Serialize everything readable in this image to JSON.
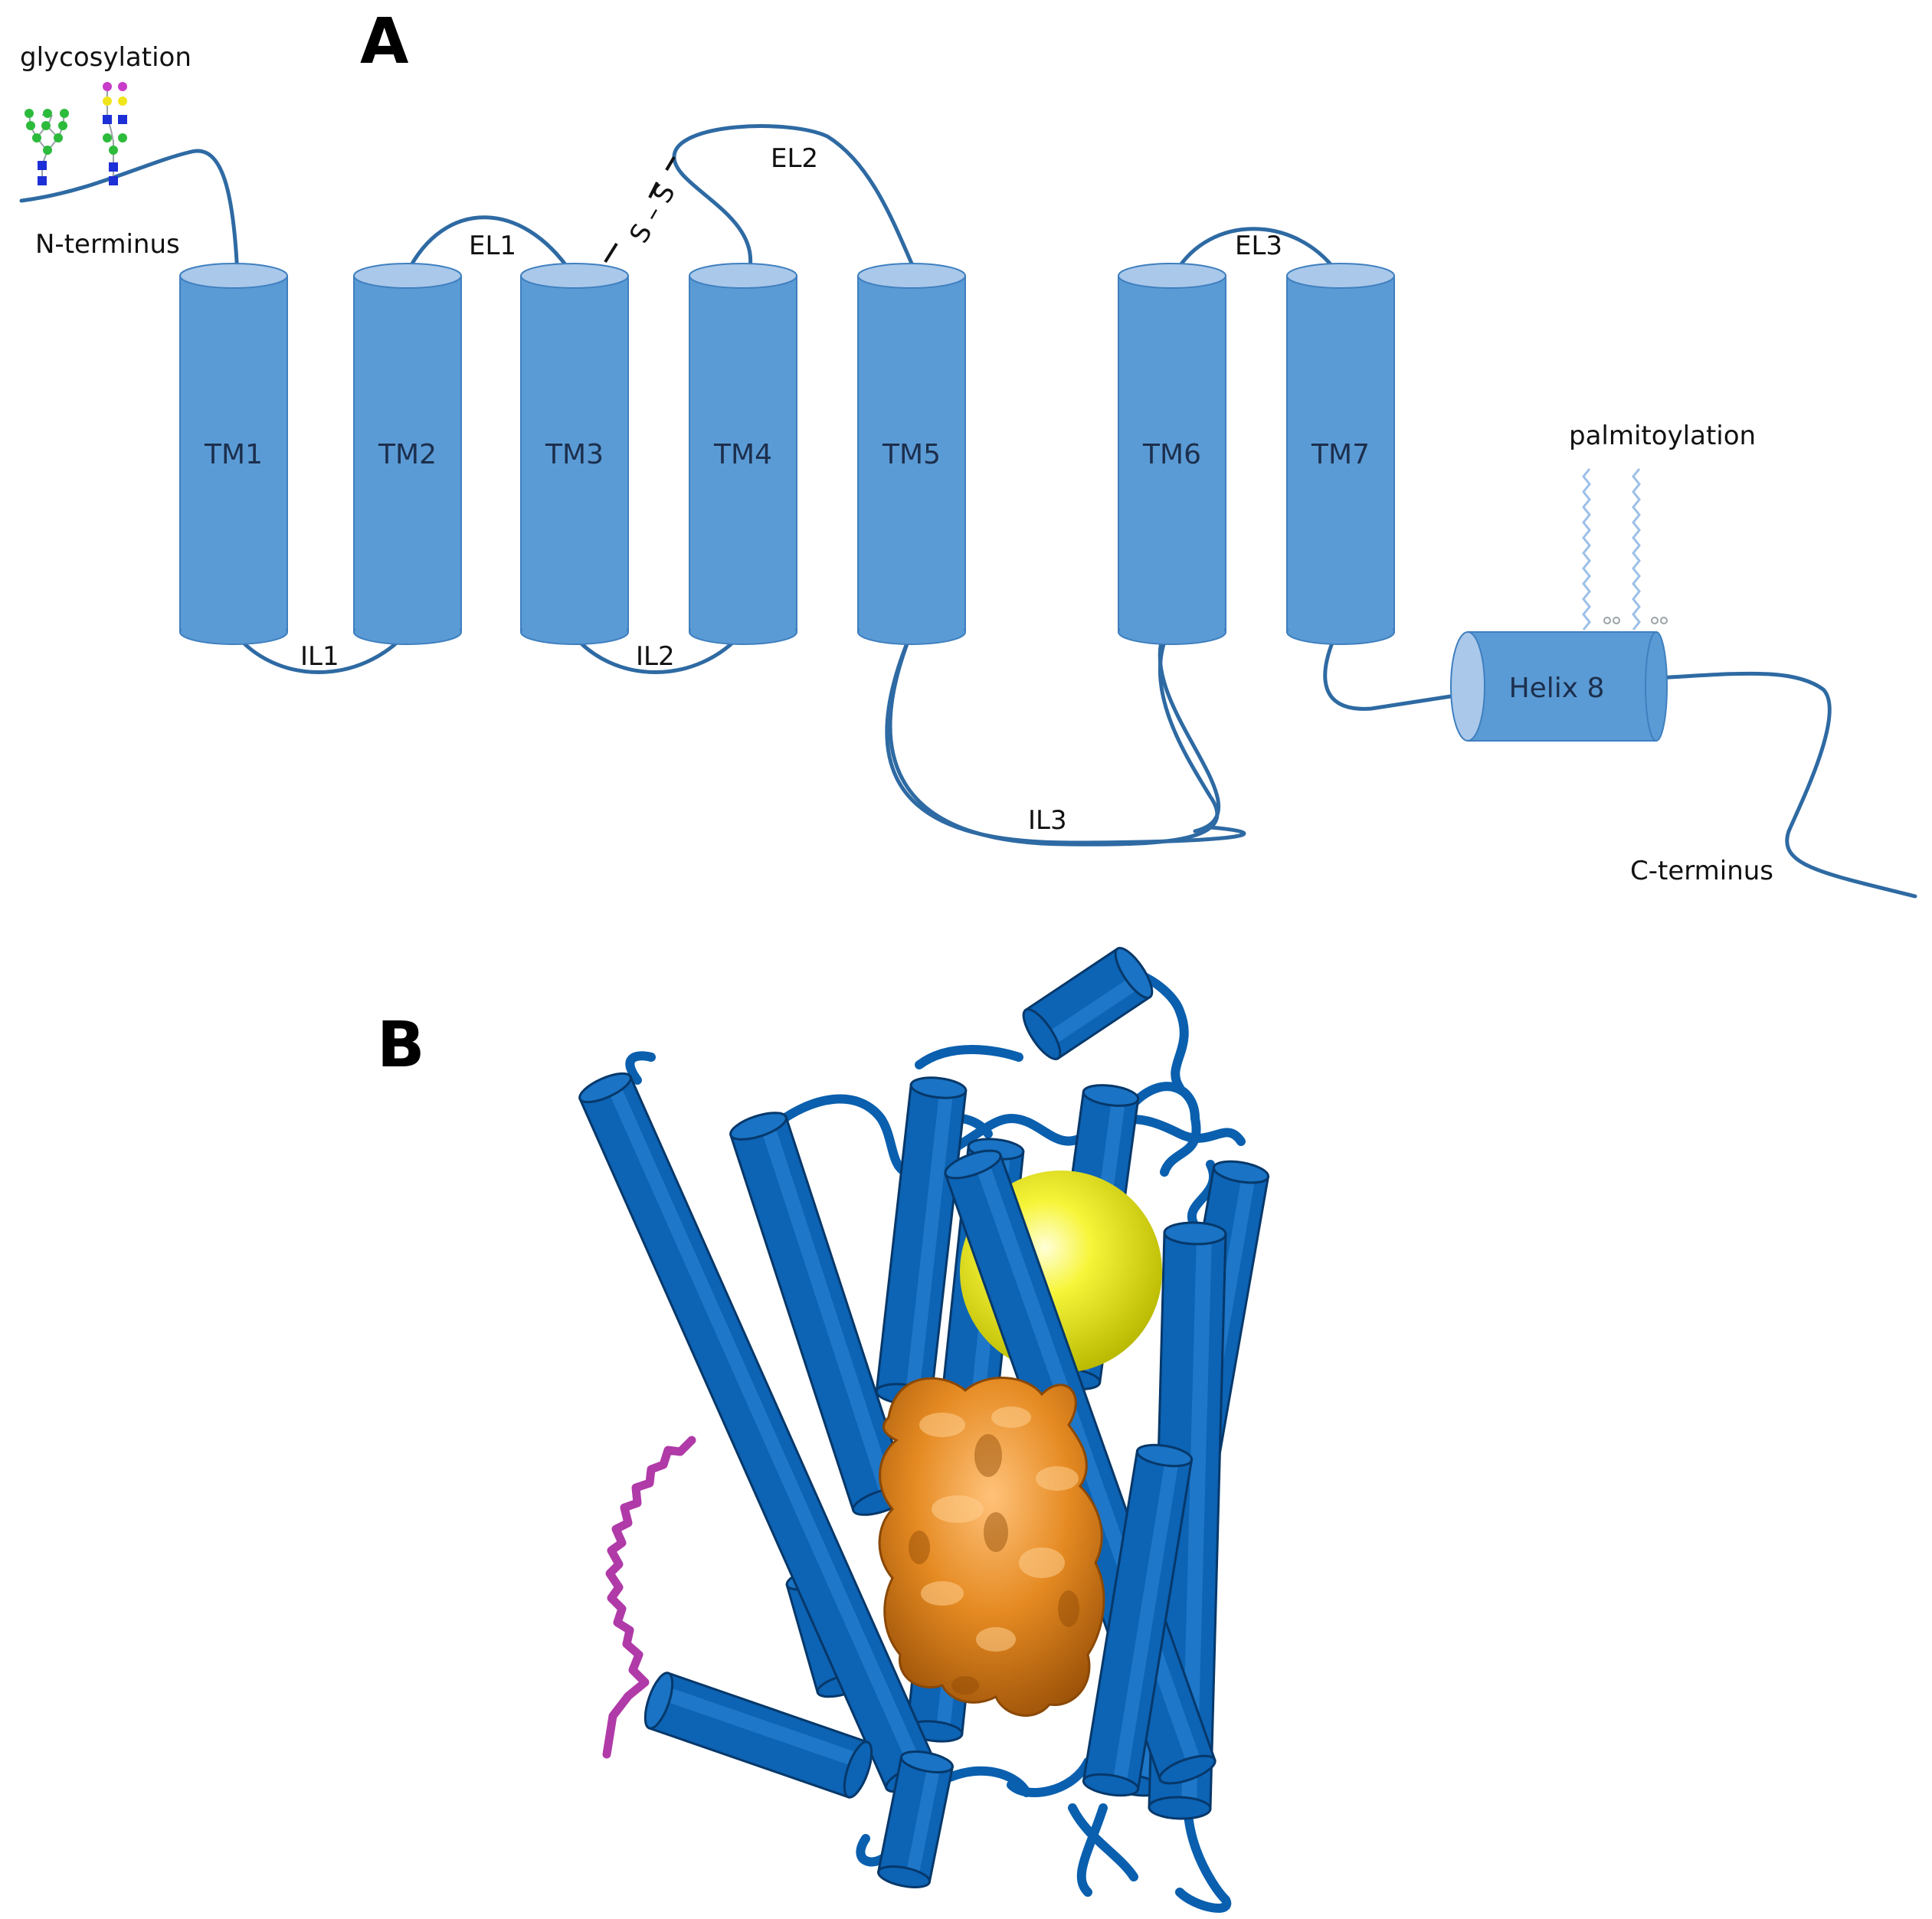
{
  "panel_a": {
    "letter": "A",
    "glycosylation": "glycosylation",
    "n_terminus": "N-terminus",
    "c_terminus": "C-terminus",
    "palmitoylation": "palmitoylation",
    "disulfide": "S – S",
    "helices": [
      "TM1",
      "TM2",
      "TM3",
      "TM4",
      "TM5",
      "TM6",
      "TM7"
    ],
    "helix8": "Helix 8",
    "extracellular_loops": [
      "EL1",
      "EL2",
      "EL3"
    ],
    "intracellular_loops": [
      "IL1",
      "IL2",
      "IL3"
    ]
  },
  "panel_b": {
    "letter": "B"
  },
  "colors": {
    "helix_fill": "#5b9bd5",
    "helix_top": "#a9c8ea",
    "loop_line": "#2e6aa3",
    "structure_blue": "#0a5fae",
    "ligand_orange": "#d9801a",
    "sphere_yellow": "#f2f21f",
    "lipid_magenta": "#b03aa8"
  }
}
